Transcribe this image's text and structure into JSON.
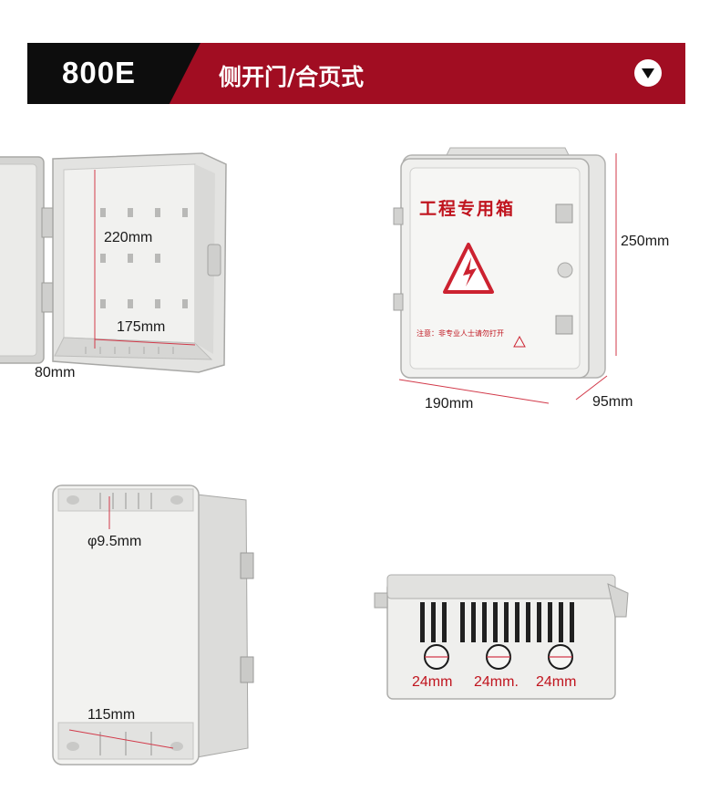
{
  "banner": {
    "model": "800E",
    "title": "侧开门/合页式"
  },
  "photo_open_box": {
    "height_label": "220mm",
    "width_label": "175mm",
    "depth_label": "80mm"
  },
  "photo_front_box": {
    "lid_title": "工程专用箱",
    "lid_notice": "注意：非专业人士请勿打开",
    "height_label": "250mm",
    "width_label": "190mm",
    "depth_label": "95mm"
  },
  "photo_back_box": {
    "hole_label": "φ9.5mm",
    "spacing_label": "115mm"
  },
  "photo_bottom_box": {
    "knockout_labels": [
      "24mm",
      "24mm.",
      "24mm"
    ]
  },
  "colors": {
    "banner_red": "#a10d22",
    "banner_black": "#0d0d0d",
    "dimension_red": "#c0141e"
  }
}
